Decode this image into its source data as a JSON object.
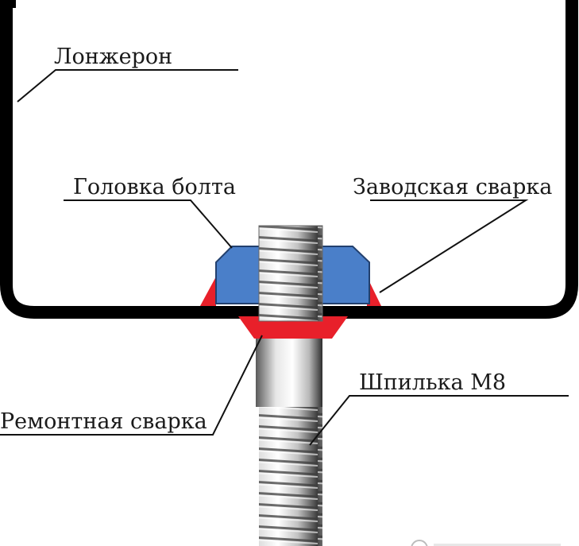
{
  "labels": {
    "spar": "Лонжерон",
    "bolt_head": "Головка болта",
    "factory_weld": "Заводская сварка",
    "stud": "Шпилька М8",
    "repair_weld": "Ремонтная сварка"
  },
  "colors": {
    "background": "#ffffff",
    "frame": "#000000",
    "bolt_head": "#4a7fc9",
    "weld": "#e8202a",
    "thread": "#bdbdbd"
  },
  "watermark_icon": "copyright-icon"
}
